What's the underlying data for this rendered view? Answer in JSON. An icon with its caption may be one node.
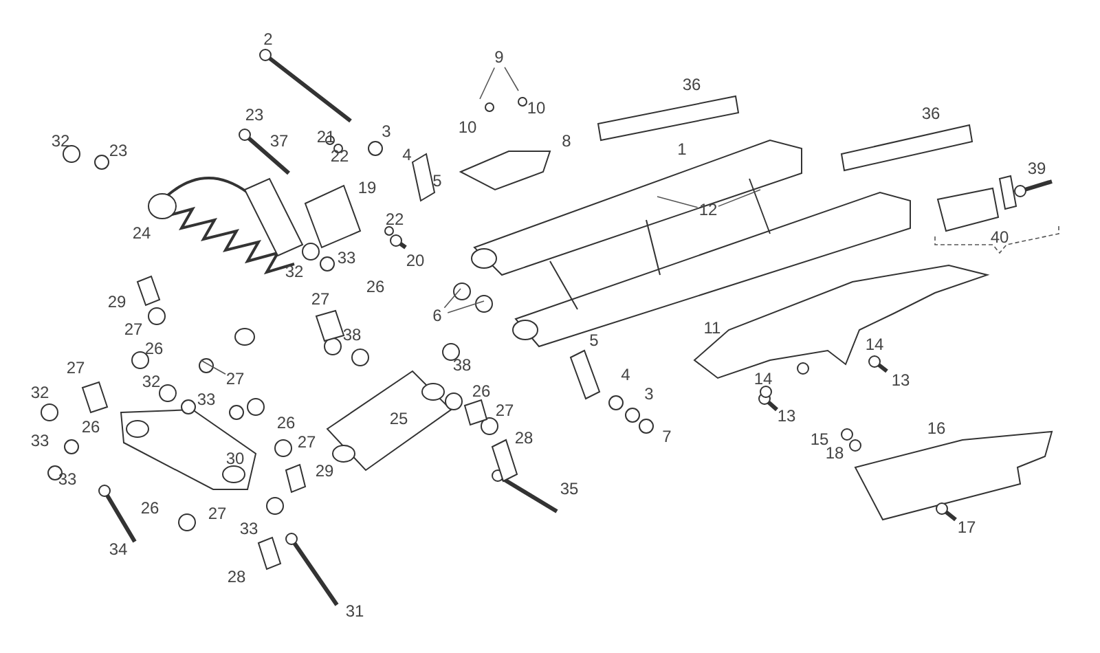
{
  "diagram": {
    "nodes": [
      {
        "text": [
          "9"
        ]
      },
      {
        "text": [
          "12"
        ]
      },
      {
        "text": [
          "6"
        ]
      },
      {
        "text": [
          "27"
        ]
      }
    ],
    "edges": [
      {
        "from": 0,
        "to": null,
        "arrow": "none"
      },
      {
        "from": 0,
        "to": null,
        "arrow": "none"
      },
      {
        "from": 1,
        "to": null,
        "arrow": "none"
      },
      {
        "from": 1,
        "to": null,
        "arrow": "none"
      },
      {
        "from": 2,
        "to": null,
        "arrow": "none"
      },
      {
        "from": 2,
        "to": null,
        "arrow": "none"
      },
      {
        "from": 3,
        "to": null,
        "arrow": "none"
      }
    ],
    "labels": [
      "2",
      "36",
      "10",
      "36",
      "23",
      "10",
      "3",
      "21",
      "37",
      "32",
      "8",
      "1",
      "23",
      "4",
      "22",
      "39",
      "5",
      "19",
      "22",
      "24",
      "40",
      "33",
      "20",
      "32",
      "26",
      "27",
      "29",
      "11",
      "27",
      "38",
      "5",
      "14",
      "26",
      "38",
      "27",
      "4",
      "14",
      "13",
      "32",
      "26",
      "32",
      "3",
      "33",
      "27",
      "13",
      "25",
      "26",
      "26",
      "16",
      "7",
      "28",
      "15",
      "33",
      "27",
      "18",
      "30",
      "29",
      "33",
      "35",
      "26",
      "27",
      "17",
      "33",
      "34",
      "28",
      "31"
    ]
  }
}
